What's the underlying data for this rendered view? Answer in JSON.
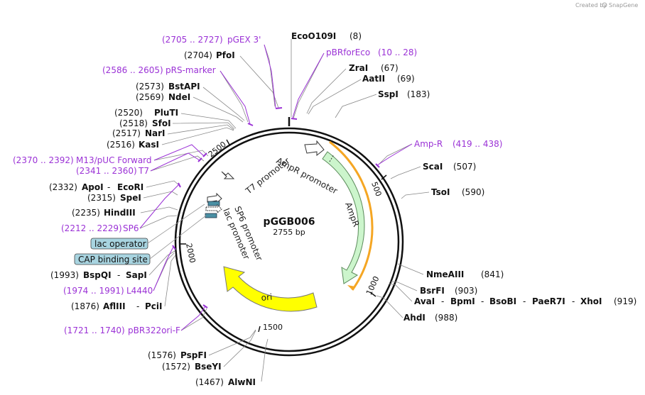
{
  "credit": "Created by",
  "brand": "SnapGene",
  "plasmid": {
    "name": "pGGB006",
    "size": "2755 bp"
  },
  "ticks": [
    "500",
    "1000",
    "1500",
    "2000",
    "2500"
  ],
  "features": {
    "ampR_promoter": "AmpR promoter",
    "ampR": "AmpR",
    "t7_promoter": "T7 promoter",
    "sp6_promoter": "SP6 promoter",
    "lac_promoter": "lac promoter",
    "ori": "ori",
    "lac_operator": "lac operator",
    "cap_binding": "CAP binding site"
  },
  "left_labels": [
    {
      "pos": "(2705 .. 2727)",
      "name": "pGEX 3'",
      "kind": "feat"
    },
    {
      "pos": "(2704)",
      "name": "PfoI",
      "kind": "enz"
    },
    {
      "pos": "(2586 .. 2605)",
      "name": "pRS-marker",
      "kind": "feat"
    },
    {
      "pos": "(2573)",
      "name": "BstAPI",
      "kind": "enz"
    },
    {
      "pos": "(2569)",
      "name": "NdeI",
      "kind": "enz"
    },
    {
      "pos": "(2520)",
      "name": "PluTI",
      "kind": "enz"
    },
    {
      "pos": "(2518)",
      "name": "SfoI",
      "kind": "enz"
    },
    {
      "pos": "(2517)",
      "name": "NarI",
      "kind": "enz"
    },
    {
      "pos": "(2516)",
      "name": "KasI",
      "kind": "enz"
    },
    {
      "pos": "(2370 .. 2392)",
      "name": "M13/pUC Forward",
      "kind": "feat"
    },
    {
      "pos": "(2341 .. 2360)",
      "name": "T7",
      "kind": "feat"
    },
    {
      "pos": "(2332)",
      "name": "ApoI",
      "name2": "EcoRI",
      "kind": "enz"
    },
    {
      "pos": "(2315)",
      "name": "SpeI",
      "kind": "enz"
    },
    {
      "pos": "(2235)",
      "name": "HindIII",
      "kind": "enz"
    },
    {
      "pos": "(2212 .. 2229)",
      "name": "SP6",
      "kind": "feat"
    },
    {
      "pos": "(1993)",
      "name": "BspQI",
      "name2": "SapI",
      "kind": "enz"
    },
    {
      "pos": "(1974 .. 1991)",
      "name": "L4440",
      "kind": "feat"
    },
    {
      "pos": "(1876)",
      "name": "AflIII",
      "name2": "PciI",
      "kind": "enz"
    },
    {
      "pos": "(1721 .. 1740)",
      "name": "pBR322ori-F",
      "kind": "feat"
    },
    {
      "pos": "(1576)",
      "name": "PspFI",
      "kind": "enz"
    },
    {
      "pos": "(1572)",
      "name": "BseYI",
      "kind": "enz"
    },
    {
      "pos": "(1467)",
      "name": "AlwNI",
      "kind": "enz"
    }
  ],
  "right_labels": [
    {
      "name": "EcoO109I",
      "pos": "(8)",
      "kind": "enz"
    },
    {
      "name": "pBRforEco",
      "pos": "(10 .. 28)",
      "kind": "feat"
    },
    {
      "name": "ZraI",
      "pos": "(67)",
      "kind": "enz"
    },
    {
      "name": "AatII",
      "pos": "(69)",
      "kind": "enz"
    },
    {
      "name": "SspI",
      "pos": "(183)",
      "kind": "enz"
    },
    {
      "name": "Amp-R",
      "pos": "(419 .. 438)",
      "kind": "feat"
    },
    {
      "name": "ScaI",
      "pos": "(507)",
      "kind": "enz"
    },
    {
      "name": "TsoI",
      "pos": "(590)",
      "kind": "enz"
    },
    {
      "name": "NmeAIII",
      "pos": "(841)",
      "kind": "enz"
    },
    {
      "name": "BsrFI",
      "pos": "(903)",
      "kind": "enz"
    },
    {
      "name": "AvaI",
      "name2": "BpmI",
      "name3": "BsoBI",
      "name4": "PaeR7I",
      "name5": "XhoI",
      "pos": "(919)",
      "kind": "enz"
    },
    {
      "name": "AhdI",
      "pos": "(988)",
      "kind": "enz"
    }
  ]
}
